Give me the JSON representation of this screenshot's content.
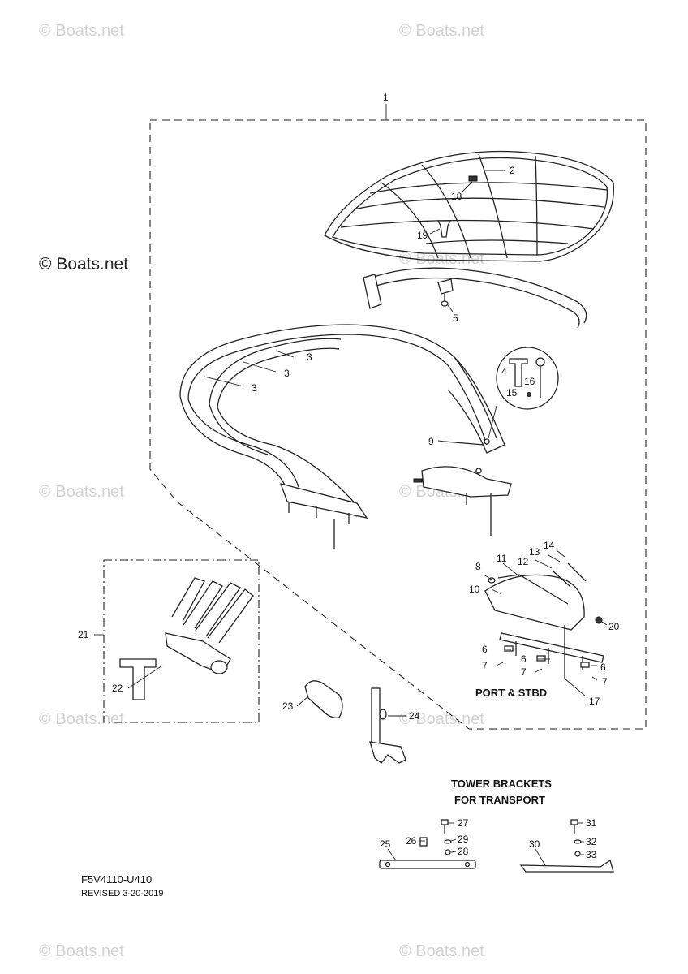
{
  "watermark": {
    "text": "© Boats.net"
  },
  "diagram": {
    "code": "F5V4110-U410",
    "revised": "REVISED 3-20-2019",
    "port_stbd_label": "PORT & STBD",
    "transport_title_line1": "TOWER BRACKETS",
    "transport_title_line2": "FOR TRANSPORT",
    "callouts": [
      "1",
      "2",
      "18",
      "19",
      "5",
      "3",
      "3",
      "3",
      "4",
      "16",
      "15",
      "9",
      "8",
      "11",
      "13",
      "14",
      "12",
      "10",
      "20",
      "6",
      "6",
      "6",
      "7",
      "7",
      "7",
      "17",
      "21",
      "22",
      "23",
      "24",
      "25",
      "26",
      "27",
      "29",
      "28",
      "30",
      "31",
      "32",
      "33"
    ]
  }
}
